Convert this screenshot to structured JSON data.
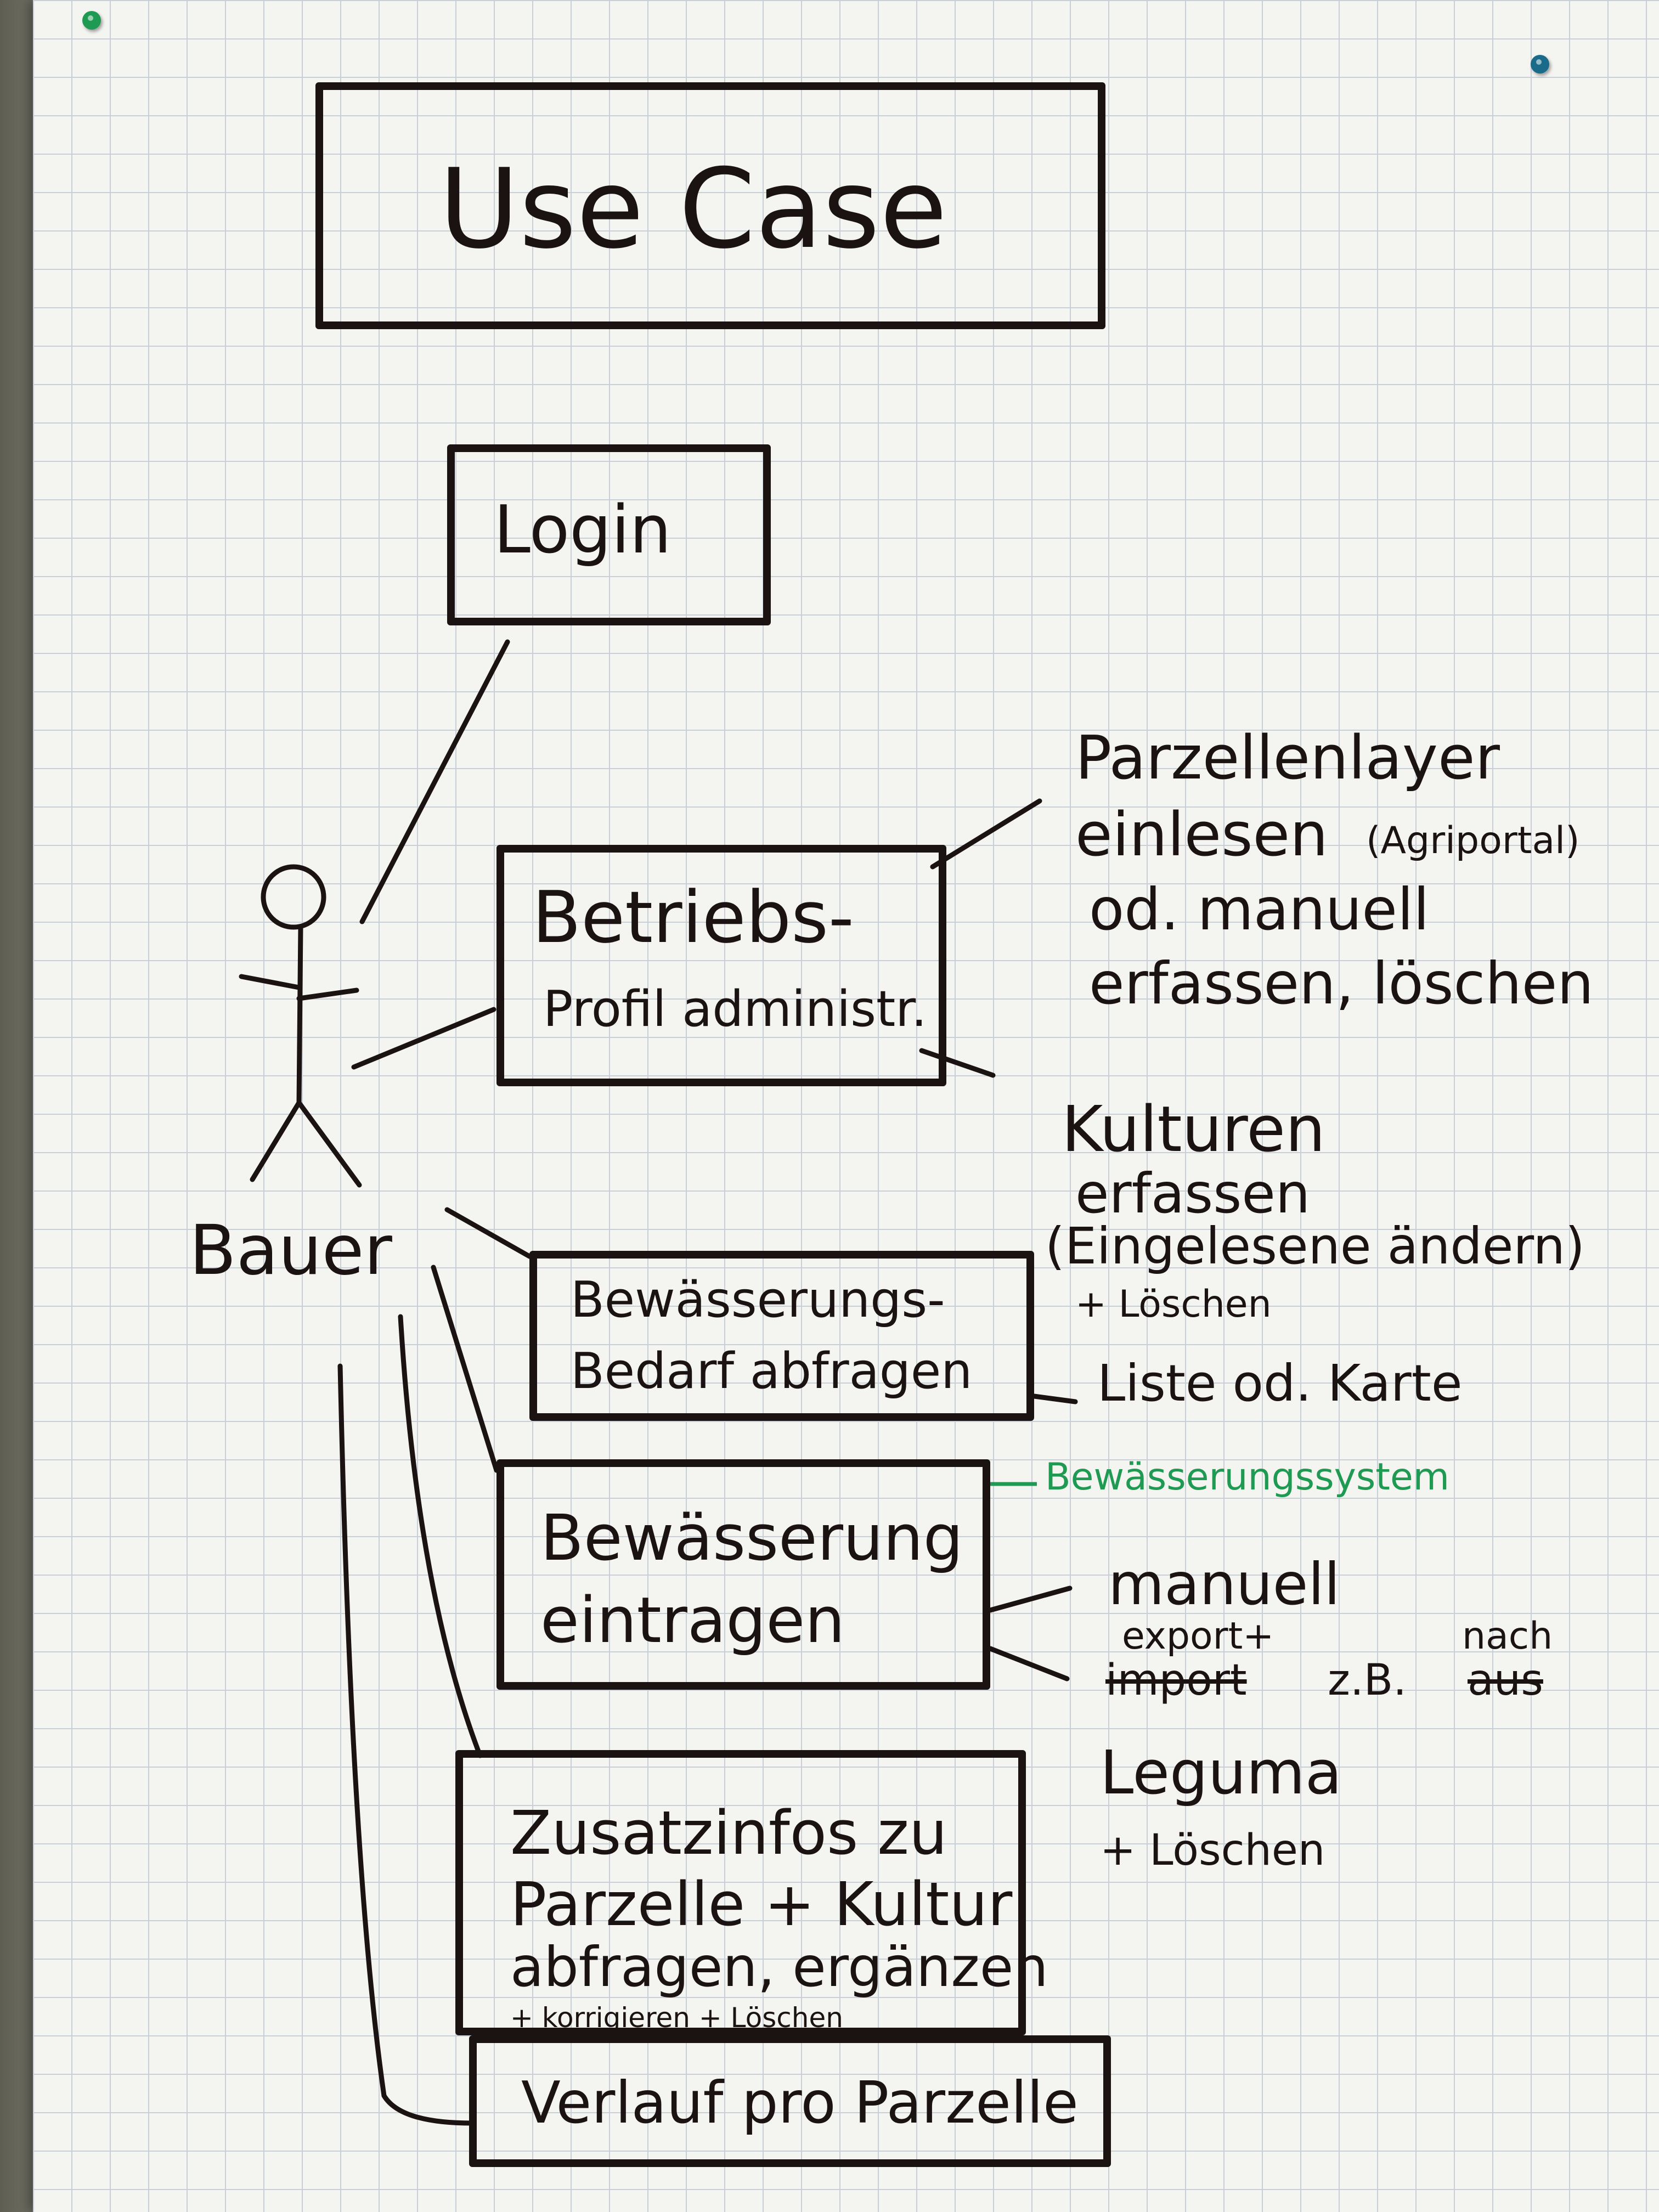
{
  "diagram": {
    "title": "Use Case",
    "actor": "Bauer",
    "use_cases": {
      "login": "Login",
      "betrieb_line1": "Betriebs-",
      "betrieb_line2": "Profil administr.",
      "bewbedarf_line1": "Bewässerungs-",
      "bewbedarf_line2": "Bedarf abfragen",
      "bewein_line1": "Bewässerung",
      "bewein_line2": "eintragen",
      "zusatz_line1": "Zusatzinfos zu",
      "zusatz_line2": "Parzelle + Kultur",
      "zusatz_line3": "abfragen, ergänzen",
      "zusatz_line4": "+ korrigieren + Löschen",
      "verlauf": "Verlauf pro Parzelle"
    },
    "notes": {
      "parzellen": "Parzellenlayer",
      "einlesen": "einlesen",
      "agriportal": "(Agriportal)",
      "manuell1": "od. manuell",
      "erfassen_loeschen": "erfassen, löschen",
      "kulturen": "Kulturen",
      "erfassen": "erfassen",
      "eingelesene": "(Eingelesene ändern)",
      "loeschen1": "+ Löschen",
      "liste": "Liste od. Karte",
      "bew_system": "Bewässerungssystem",
      "manuell2": "manuell",
      "export": "export+",
      "import": "import",
      "zb": "z.B.",
      "nach": "nach",
      "aus": "aus",
      "leguma": "Leguma",
      "loeschen2": "+ Löschen"
    },
    "colors": {
      "ink": "#1b1212",
      "green_ink": "#1f9a52",
      "paper": "#f4f4f1",
      "grid": "#c9cfd6"
    }
  }
}
